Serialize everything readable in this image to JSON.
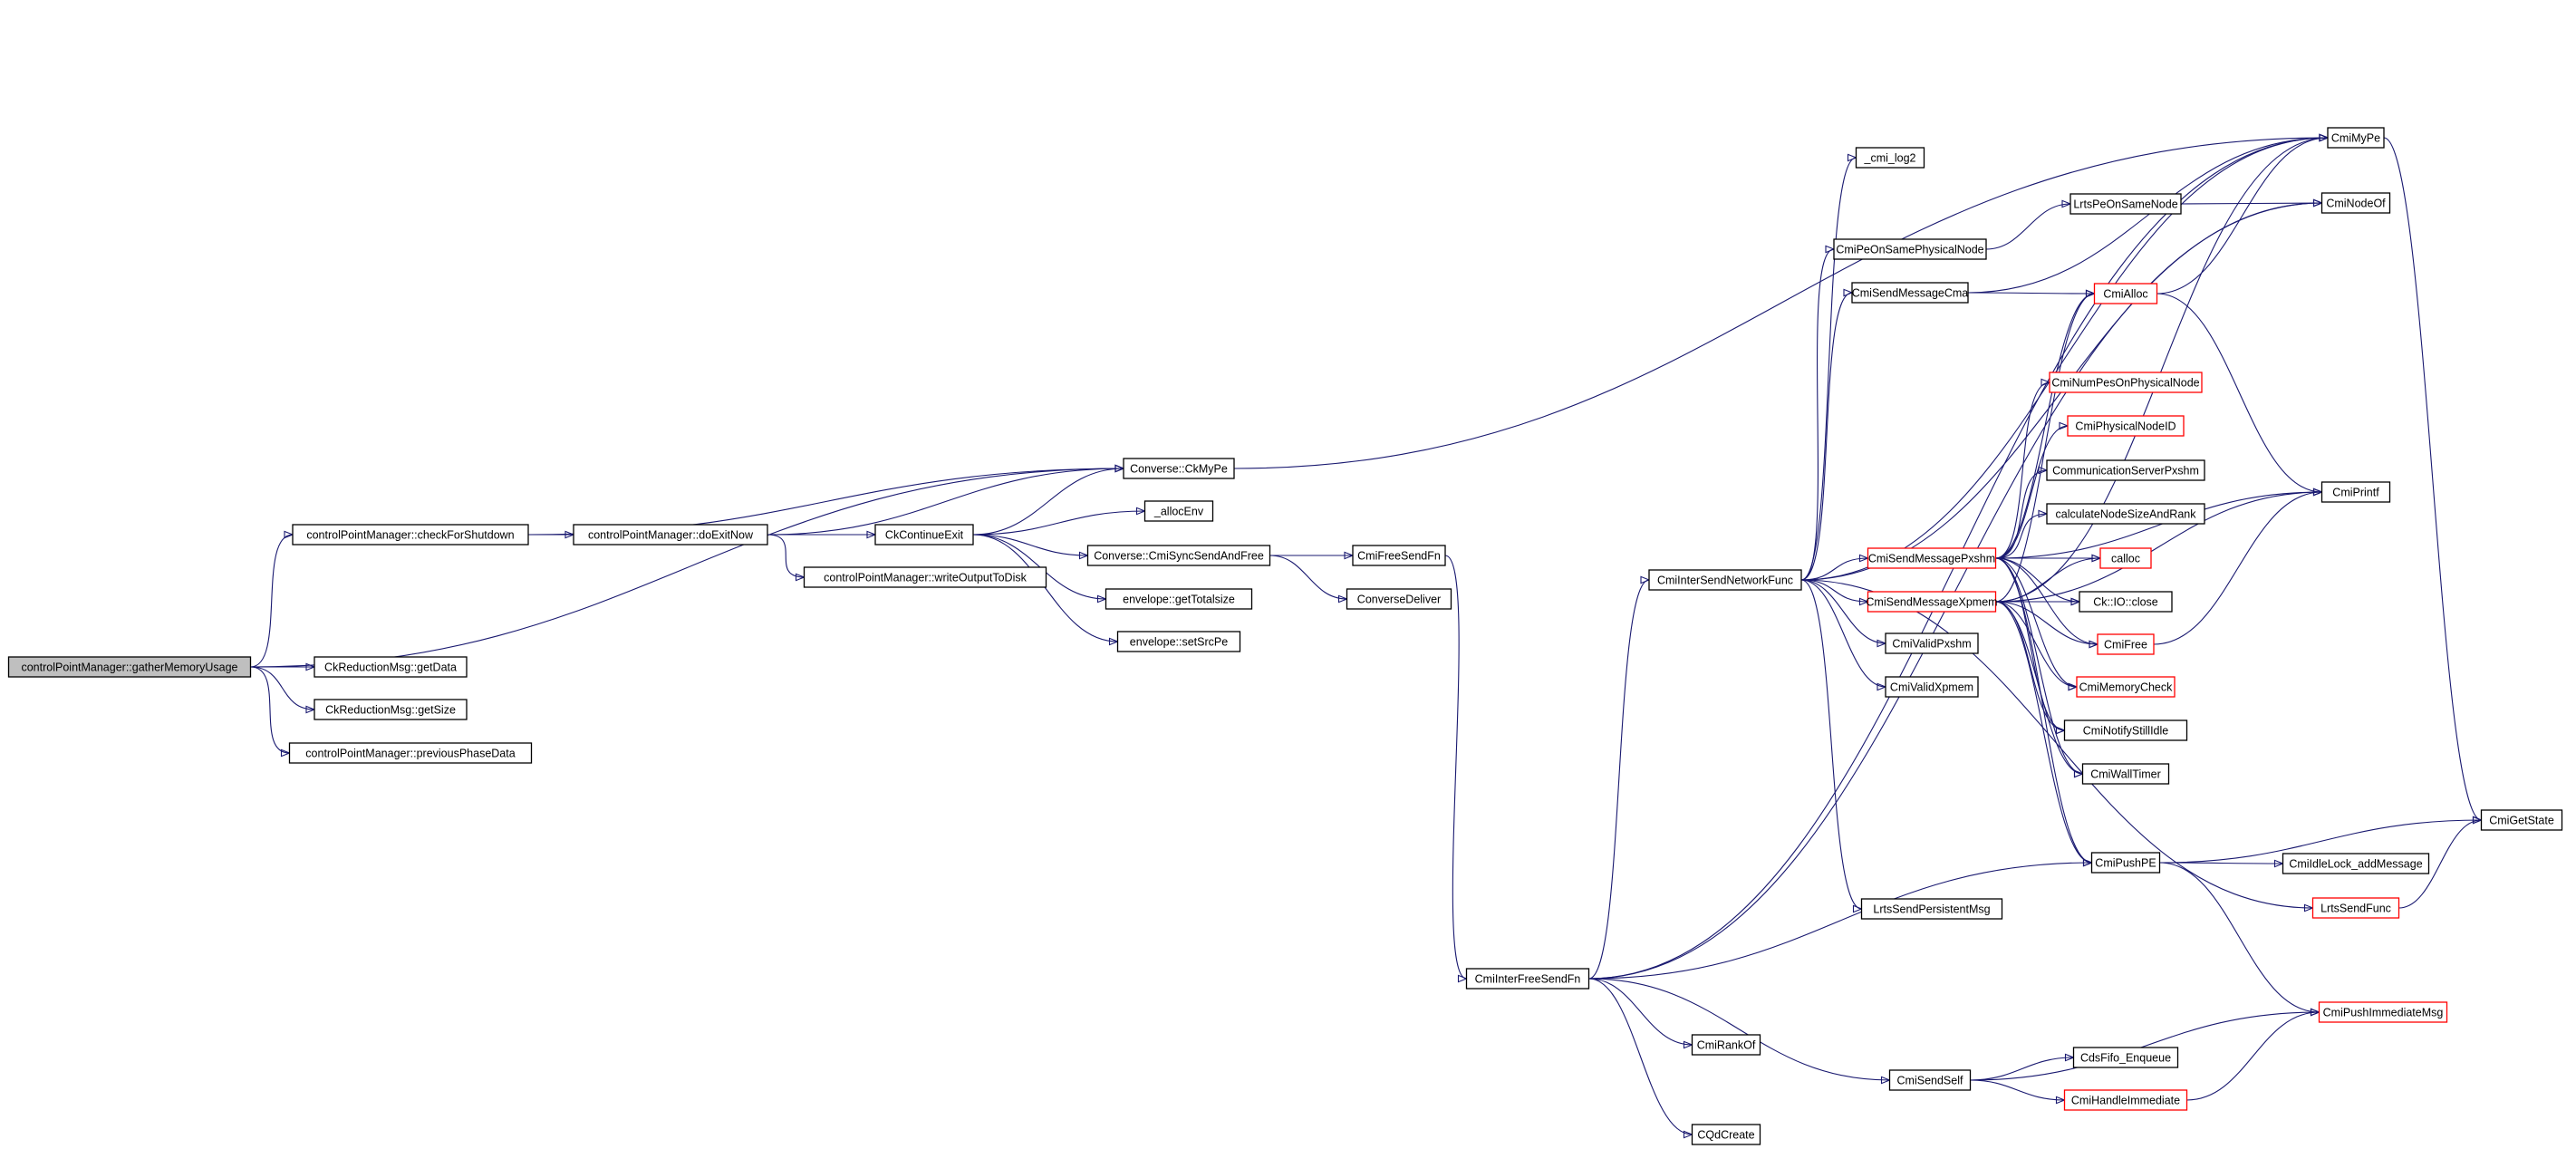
{
  "colors": {
    "edge": "#191970",
    "node_border": "#000000",
    "node_border_truncated": "#ff0000",
    "node_fill": "#ffffff",
    "root_fill": "#bfbfbf",
    "text": "#000000"
  },
  "nodes": [
    {
      "id": "gatherMemoryUsage",
      "label": "controlPointManager::gatherMemoryUsage",
      "kind": "root"
    },
    {
      "id": "checkForShutdown",
      "label": "controlPointManager::checkForShutdown",
      "kind": "normal"
    },
    {
      "id": "doExitNow",
      "label": "controlPointManager::doExitNow",
      "kind": "normal"
    },
    {
      "id": "CkContinueExit",
      "label": "CkContinueExit",
      "kind": "normal"
    },
    {
      "id": "writeOutputToDisk",
      "label": "controlPointManager::writeOutputToDisk",
      "kind": "normal"
    },
    {
      "id": "ConverseCkMyPe",
      "label": "Converse::CkMyPe",
      "kind": "normal"
    },
    {
      "id": "allocEnv",
      "label": "_allocEnv",
      "kind": "normal"
    },
    {
      "id": "CmiSyncSendAndFree",
      "label": "Converse::CmiSyncSendAndFree",
      "kind": "normal"
    },
    {
      "id": "getTotalsize",
      "label": "envelope::getTotalsize",
      "kind": "normal"
    },
    {
      "id": "setSrcPe",
      "label": "envelope::setSrcPe",
      "kind": "normal"
    },
    {
      "id": "CkReductionGetData",
      "label": "CkReductionMsg::getData",
      "kind": "normal"
    },
    {
      "id": "CkReductionGetSize",
      "label": "CkReductionMsg::getSize",
      "kind": "normal"
    },
    {
      "id": "previousPhaseData",
      "label": "controlPointManager::previousPhaseData",
      "kind": "normal"
    },
    {
      "id": "CmiFreeSendFn",
      "label": "CmiFreeSendFn",
      "kind": "normal"
    },
    {
      "id": "ConverseDeliver",
      "label": "ConverseDeliver",
      "kind": "normal"
    },
    {
      "id": "CmiInterSendNetworkFunc",
      "label": "CmiInterSendNetworkFunc",
      "kind": "normal"
    },
    {
      "id": "CmiInterFreeSendFn",
      "label": "CmiInterFreeSendFn",
      "kind": "normal"
    },
    {
      "id": "cmi_log2",
      "label": "_cmi_log2",
      "kind": "normal"
    },
    {
      "id": "CmiPeOnSamePhysicalNode",
      "label": "CmiPeOnSamePhysicalNode",
      "kind": "normal"
    },
    {
      "id": "CmiSendMessageCma",
      "label": "CmiSendMessageCma",
      "kind": "normal"
    },
    {
      "id": "CmiSendMessagePxshm",
      "label": "CmiSendMessagePxshm",
      "kind": "truncated"
    },
    {
      "id": "CmiSendMessageXpmem",
      "label": "CmiSendMessageXpmem",
      "kind": "truncated"
    },
    {
      "id": "CmiValidPxshm",
      "label": "CmiValidPxshm",
      "kind": "normal"
    },
    {
      "id": "CmiValidXpmem",
      "label": "CmiValidXpmem",
      "kind": "normal"
    },
    {
      "id": "LrtsSendPersistentMsg",
      "label": "LrtsSendPersistentMsg",
      "kind": "normal"
    },
    {
      "id": "CmiRankOf",
      "label": "CmiRankOf",
      "kind": "normal"
    },
    {
      "id": "CmiSendSelf",
      "label": "CmiSendSelf",
      "kind": "normal"
    },
    {
      "id": "CQdCreate",
      "label": "CQdCreate",
      "kind": "normal"
    },
    {
      "id": "LrtsPeOnSameNode",
      "label": "LrtsPeOnSameNode",
      "kind": "normal"
    },
    {
      "id": "CmiAlloc",
      "label": "CmiAlloc",
      "kind": "truncated"
    },
    {
      "id": "CmiNumPesOnPhysicalNode",
      "label": "CmiNumPesOnPhysicalNode",
      "kind": "truncated"
    },
    {
      "id": "CmiPhysicalNodeID",
      "label": "CmiPhysicalNodeID",
      "kind": "truncated"
    },
    {
      "id": "CommunicationServerPxshm",
      "label": "CommunicationServerPxshm",
      "kind": "normal"
    },
    {
      "id": "calculateNodeSizeAndRank",
      "label": "calculateNodeSizeAndRank",
      "kind": "normal"
    },
    {
      "id": "calloc",
      "label": "calloc",
      "kind": "truncated"
    },
    {
      "id": "CkIOclose",
      "label": "Ck::IO::close",
      "kind": "normal"
    },
    {
      "id": "CmiFree",
      "label": "CmiFree",
      "kind": "truncated"
    },
    {
      "id": "CmiMemoryCheck",
      "label": "CmiMemoryCheck",
      "kind": "truncated"
    },
    {
      "id": "CmiNotifyStillIdle",
      "label": "CmiNotifyStillIdle",
      "kind": "normal"
    },
    {
      "id": "CmiWallTimer",
      "label": "CmiWallTimer",
      "kind": "normal"
    },
    {
      "id": "CmiPushPE",
      "label": "CmiPushPE",
      "kind": "normal"
    },
    {
      "id": "CdsFifoEnqueue",
      "label": "CdsFifo_Enqueue",
      "kind": "normal"
    },
    {
      "id": "CmiHandleImmediate",
      "label": "CmiHandleImmediate",
      "kind": "truncated"
    },
    {
      "id": "CmiMyPe",
      "label": "CmiMyPe",
      "kind": "normal"
    },
    {
      "id": "CmiNodeOf",
      "label": "CmiNodeOf",
      "kind": "normal"
    },
    {
      "id": "CmiPrintf",
      "label": "CmiPrintf",
      "kind": "normal"
    },
    {
      "id": "CmiGetState",
      "label": "CmiGetState",
      "kind": "normal"
    },
    {
      "id": "CmiIdleLockAddMessage",
      "label": "CmiIdleLock_addMessage",
      "kind": "normal"
    },
    {
      "id": "LrtsSendFunc",
      "label": "LrtsSendFunc",
      "kind": "truncated"
    },
    {
      "id": "CmiPushImmediateMsg",
      "label": "CmiPushImmediateMsg",
      "kind": "truncated"
    }
  ],
  "edges": [
    [
      "gatherMemoryUsage",
      "checkForShutdown"
    ],
    [
      "gatherMemoryUsage",
      "ConverseCkMyPe"
    ],
    [
      "gatherMemoryUsage",
      "CkReductionGetData"
    ],
    [
      "gatherMemoryUsage",
      "CkReductionGetSize"
    ],
    [
      "gatherMemoryUsage",
      "previousPhaseData"
    ],
    [
      "checkForShutdown",
      "doExitNow"
    ],
    [
      "checkForShutdown",
      "ConverseCkMyPe"
    ],
    [
      "doExitNow",
      "CkContinueExit"
    ],
    [
      "doExitNow",
      "writeOutputToDisk"
    ],
    [
      "doExitNow",
      "ConverseCkMyPe"
    ],
    [
      "CkContinueExit",
      "ConverseCkMyPe"
    ],
    [
      "CkContinueExit",
      "allocEnv"
    ],
    [
      "CkContinueExit",
      "CmiSyncSendAndFree"
    ],
    [
      "CkContinueExit",
      "getTotalsize"
    ],
    [
      "CkContinueExit",
      "setSrcPe"
    ],
    [
      "ConverseCkMyPe",
      "CmiMyPe"
    ],
    [
      "CmiSyncSendAndFree",
      "CmiFreeSendFn"
    ],
    [
      "CmiSyncSendAndFree",
      "ConverseDeliver"
    ],
    [
      "CmiFreeSendFn",
      "CmiInterFreeSendFn"
    ],
    [
      "CmiInterFreeSendFn",
      "CmiInterSendNetworkFunc"
    ],
    [
      "CmiInterFreeSendFn",
      "CmiMyPe"
    ],
    [
      "CmiInterFreeSendFn",
      "CmiNodeOf"
    ],
    [
      "CmiInterFreeSendFn",
      "CmiPushPE"
    ],
    [
      "CmiInterFreeSendFn",
      "CmiRankOf"
    ],
    [
      "CmiInterFreeSendFn",
      "CmiSendSelf"
    ],
    [
      "CmiInterFreeSendFn",
      "CQdCreate"
    ],
    [
      "CmiInterSendNetworkFunc",
      "cmi_log2"
    ],
    [
      "CmiInterSendNetworkFunc",
      "CmiMyPe"
    ],
    [
      "CmiInterSendNetworkFunc",
      "CmiNodeOf"
    ],
    [
      "CmiInterSendNetworkFunc",
      "CmiPeOnSamePhysicalNode"
    ],
    [
      "CmiInterSendNetworkFunc",
      "CmiSendMessageCma"
    ],
    [
      "CmiInterSendNetworkFunc",
      "CmiSendMessagePxshm"
    ],
    [
      "CmiInterSendNetworkFunc",
      "CmiSendMessageXpmem"
    ],
    [
      "CmiInterSendNetworkFunc",
      "CmiValidPxshm"
    ],
    [
      "CmiInterSendNetworkFunc",
      "CmiValidXpmem"
    ],
    [
      "CmiInterSendNetworkFunc",
      "LrtsSendPersistentMsg"
    ],
    [
      "CmiInterSendNetworkFunc",
      "LrtsSendFunc"
    ],
    [
      "CmiPeOnSamePhysicalNode",
      "LrtsPeOnSameNode"
    ],
    [
      "CmiSendMessageCma",
      "CmiAlloc"
    ],
    [
      "CmiSendMessageCma",
      "CmiMyPe"
    ],
    [
      "LrtsPeOnSameNode",
      "CmiNodeOf"
    ],
    [
      "CmiAlloc",
      "CmiMyPe"
    ],
    [
      "CmiAlloc",
      "CmiPrintf"
    ],
    [
      "CmiSendMessagePxshm",
      "CmiAlloc"
    ],
    [
      "CmiSendMessagePxshm",
      "CmiNumPesOnPhysicalNode"
    ],
    [
      "CmiSendMessagePxshm",
      "CmiPhysicalNodeID"
    ],
    [
      "CmiSendMessagePxshm",
      "CommunicationServerPxshm"
    ],
    [
      "CmiSendMessagePxshm",
      "calculateNodeSizeAndRank"
    ],
    [
      "CmiSendMessagePxshm",
      "calloc"
    ],
    [
      "CmiSendMessagePxshm",
      "CkIOclose"
    ],
    [
      "CmiSendMessagePxshm",
      "CmiFree"
    ],
    [
      "CmiSendMessagePxshm",
      "CmiMemoryCheck"
    ],
    [
      "CmiSendMessagePxshm",
      "CmiNotifyStillIdle"
    ],
    [
      "CmiSendMessagePxshm",
      "CmiWallTimer"
    ],
    [
      "CmiSendMessagePxshm",
      "CmiPushPE"
    ],
    [
      "CmiSendMessagePxshm",
      "CmiPrintf"
    ],
    [
      "CmiSendMessageXpmem",
      "CmiAlloc"
    ],
    [
      "CmiSendMessageXpmem",
      "calloc"
    ],
    [
      "CmiSendMessageXpmem",
      "CkIOclose"
    ],
    [
      "CmiSendMessageXpmem",
      "CmiFree"
    ],
    [
      "CmiSendMessageXpmem",
      "CmiMemoryCheck"
    ],
    [
      "CmiSendMessageXpmem",
      "CmiNotifyStillIdle"
    ],
    [
      "CmiSendMessageXpmem",
      "CmiWallTimer"
    ],
    [
      "CmiSendMessageXpmem",
      "CmiPushPE"
    ],
    [
      "CmiSendMessageXpmem",
      "CmiPrintf"
    ],
    [
      "CmiSendMessageXpmem",
      "CmiMyPe"
    ],
    [
      "CmiFree",
      "CmiPrintf"
    ],
    [
      "CmiMyPe",
      "CmiGetState"
    ],
    [
      "CmiPushPE",
      "CmiGetState"
    ],
    [
      "CmiPushPE",
      "CmiIdleLockAddMessage"
    ],
    [
      "CmiPushPE",
      "CmiPushImmediateMsg"
    ],
    [
      "LrtsSendFunc",
      "CmiGetState"
    ],
    [
      "CmiSendSelf",
      "CdsFifoEnqueue"
    ],
    [
      "CmiSendSelf",
      "CmiHandleImmediate"
    ],
    [
      "CmiSendSelf",
      "CmiPushImmediateMsg"
    ],
    [
      "CmiHandleImmediate",
      "CmiPushImmediateMsg"
    ]
  ]
}
